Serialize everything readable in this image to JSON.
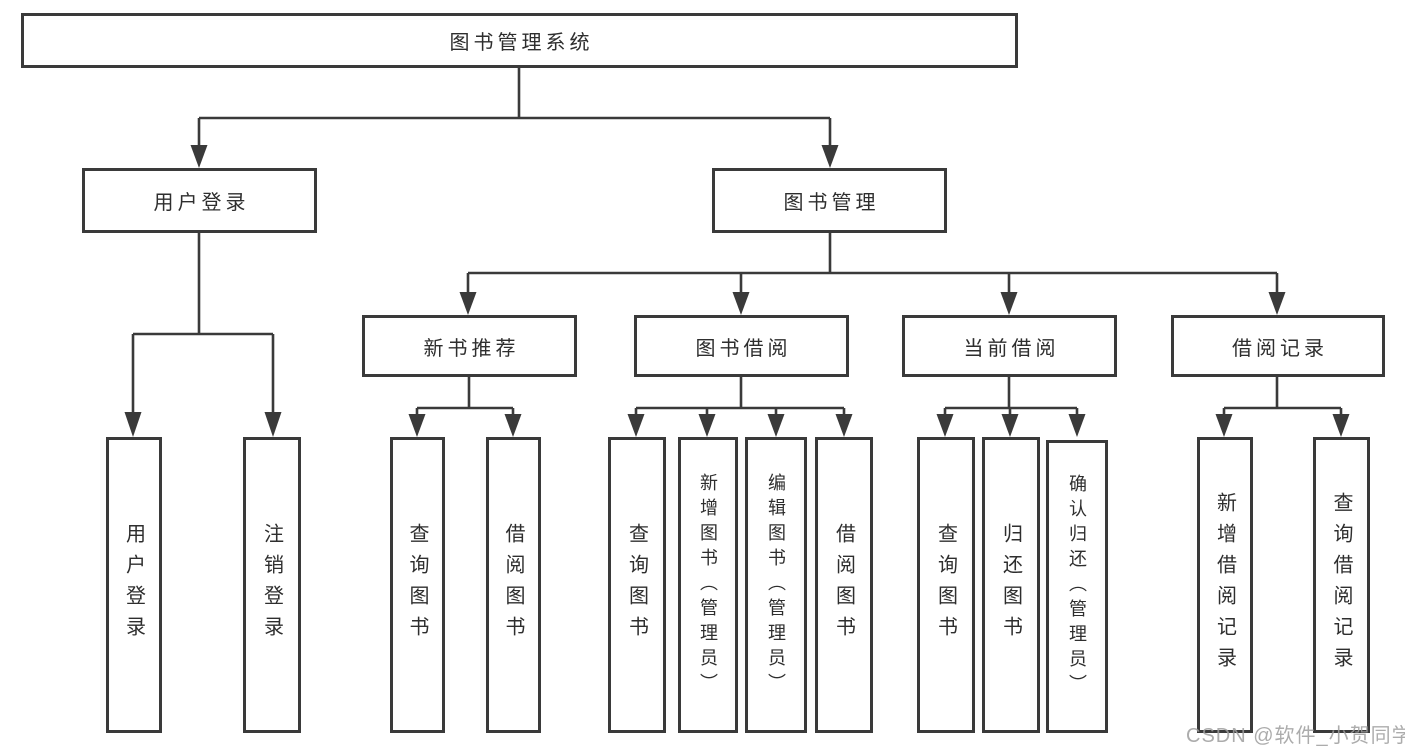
{
  "diagram": {
    "type": "functional-structure-tree",
    "colors": {
      "line": "#3a3a3a",
      "box_border": "#3a3a3a",
      "text": "#2e2e2e",
      "watermark": "#9e9e9e",
      "background": "#ffffff"
    },
    "nodes": {
      "root": "图书管理系统",
      "user_login_branch": "用户登录",
      "book_management_branch": "图书管理",
      "new_book_recommend": "新书推荐",
      "book_borrowing": "图书借阅",
      "current_borrowing": "当前借阅",
      "borrowing_records": "借阅记录",
      "leaf_user_login": "用户登录",
      "leaf_logout": "注销登录",
      "leaf_query_books_recommend": "查询图书",
      "leaf_borrow_books_recommend": "借阅图书",
      "leaf_query_books_borrowing": "查询图书",
      "leaf_add_books_admin": "新增图书（管理员）",
      "leaf_edit_books_admin": "编辑图书（管理员）",
      "leaf_borrow_books_borrowing": "借阅图书",
      "leaf_query_books_current": "查询图书",
      "leaf_return_books": "归还图书",
      "leaf_confirm_return_admin": "确认归还（管理员）",
      "leaf_add_borrow_record": "新增借阅记录",
      "leaf_query_borrow_record": "查询借阅记录"
    },
    "edges": [
      [
        "root",
        "user_login_branch"
      ],
      [
        "root",
        "book_management_branch"
      ],
      [
        "user_login_branch",
        "leaf_user_login"
      ],
      [
        "user_login_branch",
        "leaf_logout"
      ],
      [
        "book_management_branch",
        "new_book_recommend"
      ],
      [
        "book_management_branch",
        "book_borrowing"
      ],
      [
        "book_management_branch",
        "current_borrowing"
      ],
      [
        "book_management_branch",
        "borrowing_records"
      ],
      [
        "new_book_recommend",
        "leaf_query_books_recommend"
      ],
      [
        "new_book_recommend",
        "leaf_borrow_books_recommend"
      ],
      [
        "book_borrowing",
        "leaf_query_books_borrowing"
      ],
      [
        "book_borrowing",
        "leaf_add_books_admin"
      ],
      [
        "book_borrowing",
        "leaf_edit_books_admin"
      ],
      [
        "book_borrowing",
        "leaf_borrow_books_borrowing"
      ],
      [
        "current_borrowing",
        "leaf_query_books_current"
      ],
      [
        "current_borrowing",
        "leaf_return_books"
      ],
      [
        "current_borrowing",
        "leaf_confirm_return_admin"
      ],
      [
        "borrowing_records",
        "leaf_add_borrow_record"
      ],
      [
        "borrowing_records",
        "leaf_query_borrow_record"
      ]
    ]
  },
  "watermark": "CSDN @软件_小贺同学"
}
